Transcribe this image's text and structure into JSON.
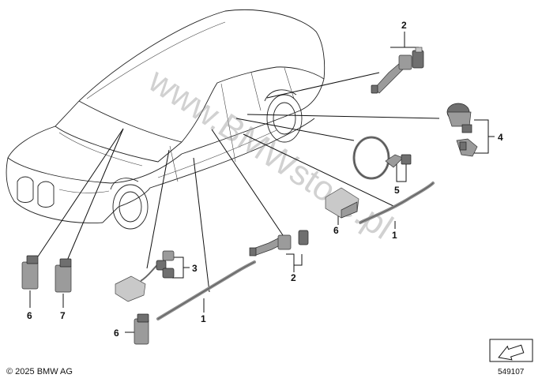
{
  "diagram": {
    "watermark": "www.BMWstore.pl",
    "copyright": "© 2025 BMW AG",
    "diagram_number": "549107",
    "callouts": [
      {
        "id": "callout-2-top",
        "label": "2"
      },
      {
        "id": "callout-4",
        "label": "4"
      },
      {
        "id": "callout-5",
        "label": "5"
      },
      {
        "id": "callout-6-center",
        "label": "6"
      },
      {
        "id": "callout-1-right",
        "label": "1"
      },
      {
        "id": "callout-2-center",
        "label": "2"
      },
      {
        "id": "callout-3",
        "label": "3"
      },
      {
        "id": "callout-1-bottom",
        "label": "1"
      },
      {
        "id": "callout-6-bottom",
        "label": "6"
      },
      {
        "id": "callout-6-left",
        "label": "6"
      },
      {
        "id": "callout-7",
        "label": "7"
      }
    ],
    "icons": [
      "car-outline",
      "antenna-module-icon",
      "door-handle-sensor-icon",
      "antenna-rail-icon",
      "coil-cable-icon",
      "navigation-arrow-icon"
    ]
  }
}
